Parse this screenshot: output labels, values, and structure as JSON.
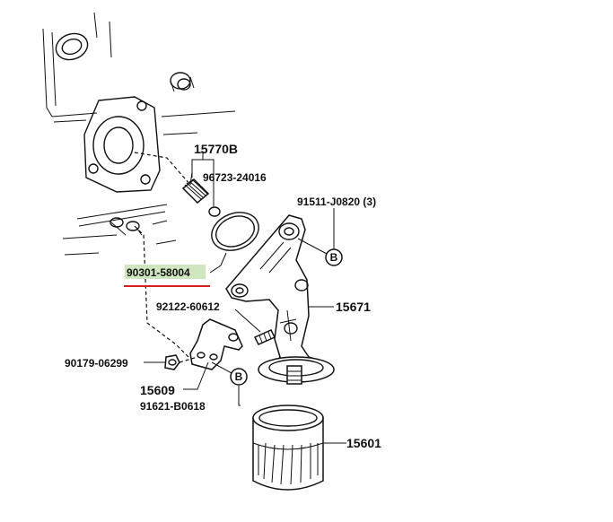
{
  "highlight": {
    "color": "#cfe6bf",
    "underline_color": "#d42020"
  },
  "labels": {
    "p15770b": "15770B",
    "p96723": "96723-24016",
    "p91511": "91511-J0820 (3)",
    "p90301": "90301-58004",
    "p15671": "15671",
    "p92122": "92122-60612",
    "p90179": "90179-06299",
    "p15609": "15609",
    "p91621": "91621-B0618",
    "p15601": "15601",
    "callout_b1": "B",
    "callout_b2": "B"
  }
}
